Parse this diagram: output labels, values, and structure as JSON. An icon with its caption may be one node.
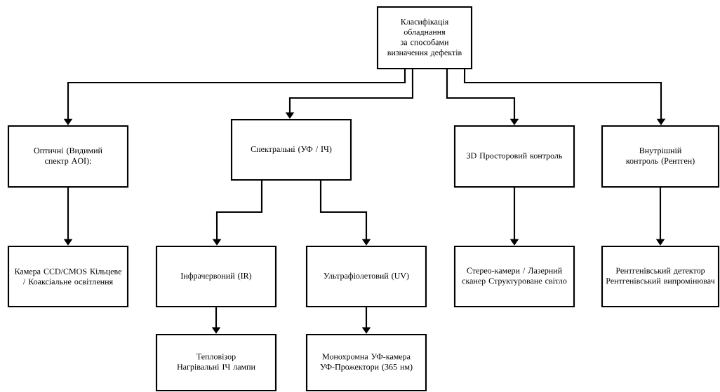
{
  "diagram": {
    "nodes": [
      {
        "text": [
          "Класифікація обладнання за способами визначення дефектів"
        ]
      },
      {
        "text": [
          "Оптичні (Видимий спектр AOI):"
        ]
      },
      {
        "text": [
          "Спектральні (УФ / ІЧ)"
        ]
      },
      {
        "text": [
          "3D Просторовий контроль"
        ]
      },
      {
        "text": [
          "Внутрішній контроль (Рентген)"
        ]
      },
      {
        "text": [
          "Камера CCD/CMOS Кільцеве / Коаксіальне освітлення"
        ]
      },
      {
        "text": [
          "Інфрачервоний (IR)"
        ]
      },
      {
        "text": [
          "Ультрафіолетовий (UV)"
        ]
      },
      {
        "text": [
          "Стерео-камери / Лазерний сканер Структуроване світло"
        ]
      },
      {
        "text": [
          "Рентгенівський детектор Рентгенівський випромінювач"
        ]
      },
      {
        "text": [
          "Тепловізор Нагрівальні ІЧ лампи"
        ]
      },
      {
        "text": [
          "Монохромна УФ-камера УФ-Прожектори (365 нм)"
        ]
      }
    ],
    "edges": [
      {
        "from": 0,
        "to": 1,
        "arrow": "to"
      },
      {
        "from": 0,
        "to": 2,
        "arrow": "to"
      },
      {
        "from": 0,
        "to": 3,
        "arrow": "to"
      },
      {
        "from": 0,
        "to": 4,
        "arrow": "to"
      },
      {
        "from": 1,
        "to": 5,
        "arrow": "to"
      },
      {
        "from": 2,
        "to": 6,
        "arrow": "to"
      },
      {
        "from": 2,
        "to": 7,
        "arrow": "to"
      },
      {
        "from": 3,
        "to": 8,
        "arrow": "to"
      },
      {
        "from": 4,
        "to": 9,
        "arrow": "to"
      },
      {
        "from": 6,
        "to": 10,
        "arrow": "to"
      },
      {
        "from": 7,
        "to": 11,
        "arrow": "to"
      }
    ]
  }
}
